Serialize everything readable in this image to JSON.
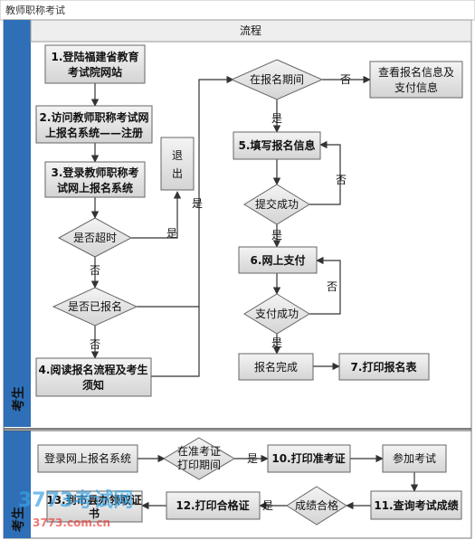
{
  "window": {
    "title": "教师职称考试"
  },
  "header": {
    "label": "流程"
  },
  "lanes": [
    {
      "label": "考生"
    },
    {
      "label": "考生"
    }
  ],
  "nodes": {
    "n1": [
      "1.登陆福建省教育",
      "考试院网站"
    ],
    "n2": [
      "2.访问教师职称考试网",
      "上报名系统——注册"
    ],
    "n3": [
      "3.登录教师职称考",
      "试网上报名系统"
    ],
    "exit": [
      "退",
      "出"
    ],
    "timeout": [
      "是否超时"
    ],
    "registered": [
      "是否已报名"
    ],
    "n4": [
      "4.阅读报名流程及考生",
      "须知"
    ],
    "period": [
      "在报名期间"
    ],
    "view": [
      "查看报名信息及",
      "支付信息"
    ],
    "n5": [
      "5.填写报名信息"
    ],
    "submit": [
      "提交成功"
    ],
    "n6": [
      "6.网上支付"
    ],
    "paid": [
      "支付成功"
    ],
    "done": [
      "报名完成"
    ],
    "n7": [
      "7.打印报名表"
    ],
    "login2": [
      "登录网上报名系统"
    ],
    "admitperiod": [
      "在准考证",
      "打印期间"
    ],
    "n10": [
      "10.打印准考证"
    ],
    "attend": [
      "参加考试"
    ],
    "n11": [
      "11.查询考试成绩"
    ],
    "pass": [
      "成绩合格"
    ],
    "n12": [
      "12.打印合格证"
    ],
    "n13": [
      "13.到市县办领取证",
      "书"
    ]
  },
  "edge_labels": {
    "yes": "是",
    "no": "否"
  },
  "watermark": {
    "brand": "3773考试网",
    "url": "3773.com.cn"
  }
}
